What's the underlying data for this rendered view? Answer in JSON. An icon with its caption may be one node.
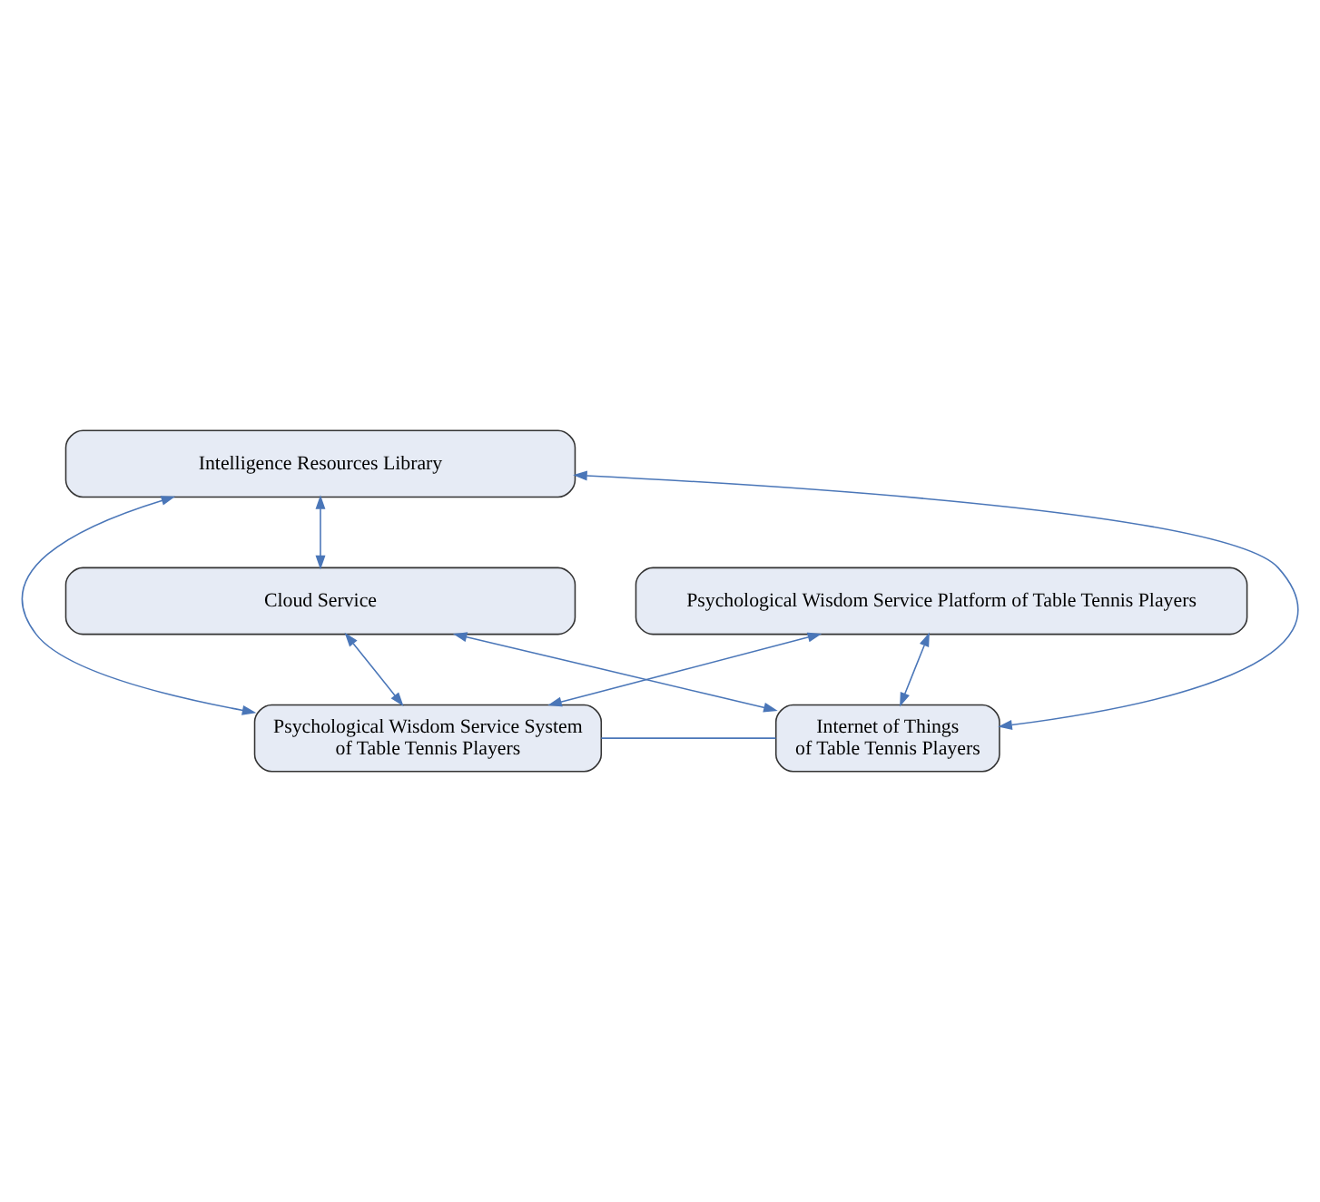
{
  "diagram": {
    "nodes": [
      {
        "text": [
          "Psychological Wisdom Service Platform of Table Tennis Players"
        ]
      },
      {
        "text": [
          "Psychological Wisdom Service System of Table Tennis Players"
        ]
      },
      {
        "text": [
          "Internet of Things of Table Tennis Players"
        ]
      },
      {
        "text": [
          "Intelligence Resources Library"
        ]
      },
      {
        "text": [
          "Cloud Service"
        ]
      }
    ],
    "edges": [
      {
        "from": 0,
        "to": 1,
        "arrow": "both"
      },
      {
        "from": 0,
        "to": 2,
        "arrow": "both"
      },
      {
        "from": 1,
        "to": 2,
        "arrow": "none"
      },
      {
        "from": 3,
        "to": 1,
        "arrow": "both"
      },
      {
        "from": 4,
        "to": 1,
        "arrow": "both"
      },
      {
        "from": 3,
        "to": 2,
        "arrow": "both"
      },
      {
        "from": 4,
        "to": 2,
        "arrow": "both"
      },
      {
        "from": 3,
        "to": 4,
        "arrow": "both"
      }
    ]
  }
}
